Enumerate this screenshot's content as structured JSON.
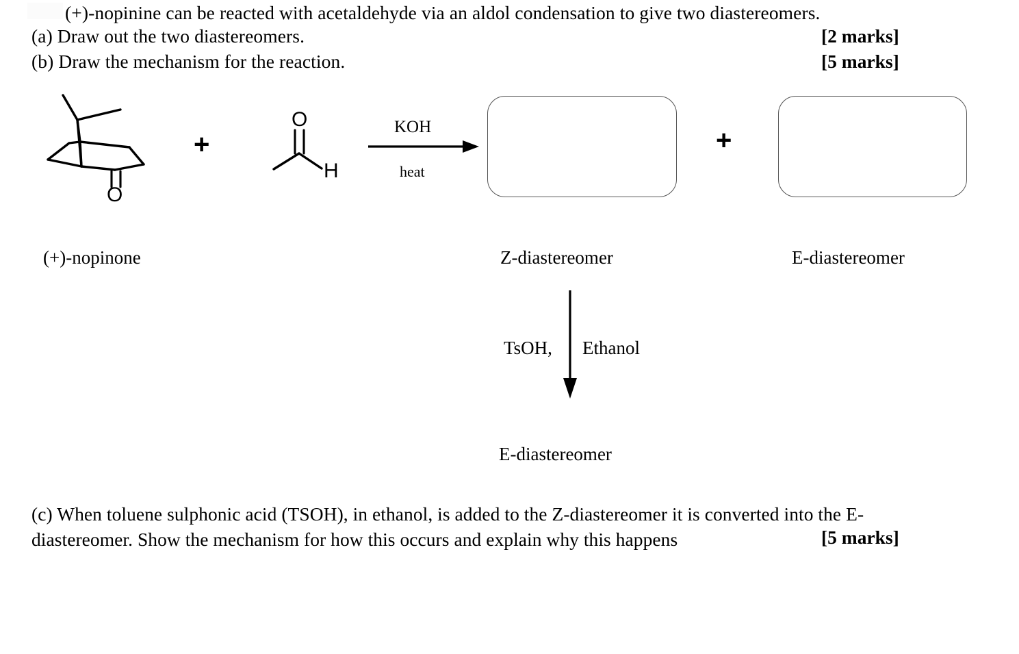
{
  "document": {
    "title": "Aldol condensation question sheet",
    "background_color": "#ffffff",
    "text_color": "#000000"
  },
  "question": {
    "stem": "(+)-nopinine can be reacted with acetaldehyde via an aldol condensation to give two diastereomers.",
    "parts": [
      {
        "label": "(a)",
        "text": "(a) Draw out the two diastereomers.",
        "marks": "[2 marks]"
      },
      {
        "label": "(b)",
        "text": "(b) Draw the mechanism for the reaction.",
        "marks": "[5 marks]"
      }
    ],
    "part_c": {
      "text": "(c) When toluene sulphonic acid (TSOH), in ethanol, is added to the Z-diastereomer it is converted into the E-diastereomer. Show the mechanism for how this occurs and explain why this happens",
      "line1": "(c) When toluene sulphonic acid (TSOH), in ethanol, is added to the Z-diastereomer it is converted into the E-",
      "line2": "diastereomer. Show the mechanism for how this occurs and explain why this happens",
      "marks": "[5 marks]"
    }
  },
  "scheme": {
    "reactant_label": "(+)-nopinone",
    "plus_reactants": "+",
    "plus_products": "+",
    "arrow_reagent_top": "KOH",
    "arrow_reagent_bottom": "heat",
    "product_labels": {
      "z": "Z-diastereomer",
      "e": "E-diastereomer"
    },
    "answer_boxes": [
      {
        "name": "z-diastereomer-answer-box",
        "placeholder": ""
      },
      {
        "name": "e-diastereomer-answer-box",
        "placeholder": ""
      }
    ],
    "second_step": {
      "reagent_left": "TsOH,",
      "reagent_right": "Ethanol",
      "product_label": "E-diastereomer"
    },
    "structures": {
      "nopinone": {
        "name": "(+)-nopinone",
        "atom_labels": [
          "O"
        ],
        "description": "bicyclo[3.1.1]heptan-3-one with gem-dimethyl bridge"
      },
      "acetaldehyde": {
        "name": "acetaldehyde",
        "atom_labels": [
          "O",
          "H"
        ],
        "description": "CH3-CHO drawn with carbonyl oxygen up and aldehyde hydrogen lower right"
      }
    }
  },
  "colors": {
    "ink": "#000000",
    "box_border": "#555555",
    "paper": "#ffffff"
  }
}
